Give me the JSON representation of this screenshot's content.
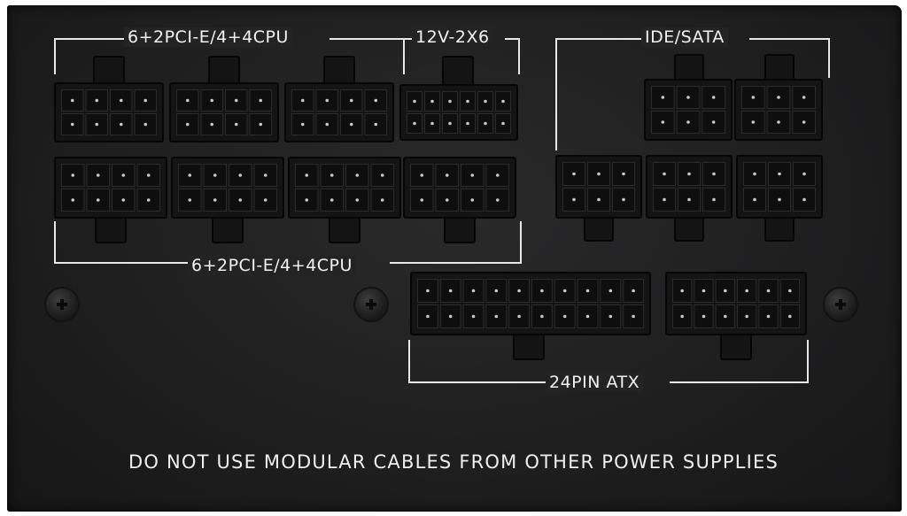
{
  "labels": {
    "top_left": "6+2PCI-E/4+4CPU",
    "top_mid": "12V-2X6",
    "top_right": "IDE/SATA",
    "bottom_left": "6+2PCI-E/4+4CPU",
    "atx": "24PIN ATX",
    "warning": "DO NOT USE MODULAR CABLES FROM OTHER POWER SUPPLIES"
  },
  "icons": {
    "screw": "cross-screw-icon"
  },
  "colors": {
    "panel": "#1f1f20",
    "connector": "#0e0e0f",
    "bracket": "#e8e8e8",
    "text": "#f2f2f2"
  }
}
